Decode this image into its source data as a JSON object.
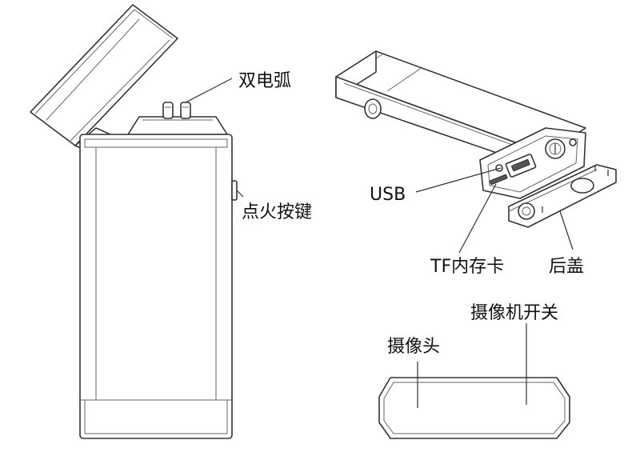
{
  "labels": {
    "dual_arc": "双电弧",
    "ignition_button": "点火按键",
    "usb": "USB",
    "tf_card": "TF内存卡",
    "back_cover": "后盖",
    "camera_switch": "摄像机开关",
    "camera": "摄像头"
  }
}
